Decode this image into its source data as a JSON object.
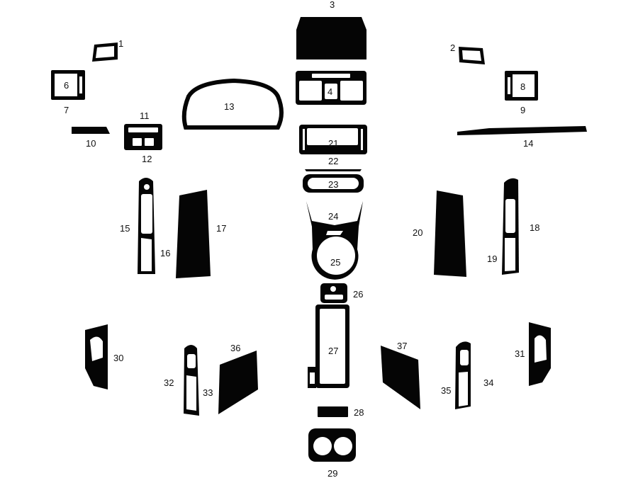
{
  "diagram": {
    "ink_color": "#050505",
    "background": "#ffffff",
    "labels": [
      "1",
      "2",
      "3",
      "4",
      "6",
      "7",
      "8",
      "9",
      "10",
      "11",
      "12",
      "13",
      "14",
      "15",
      "16",
      "17",
      "18",
      "19",
      "20",
      "21",
      "22",
      "23",
      "24",
      "25",
      "26",
      "27",
      "28",
      "29",
      "30",
      "31",
      "32",
      "33",
      "34",
      "35",
      "36",
      "37"
    ]
  }
}
